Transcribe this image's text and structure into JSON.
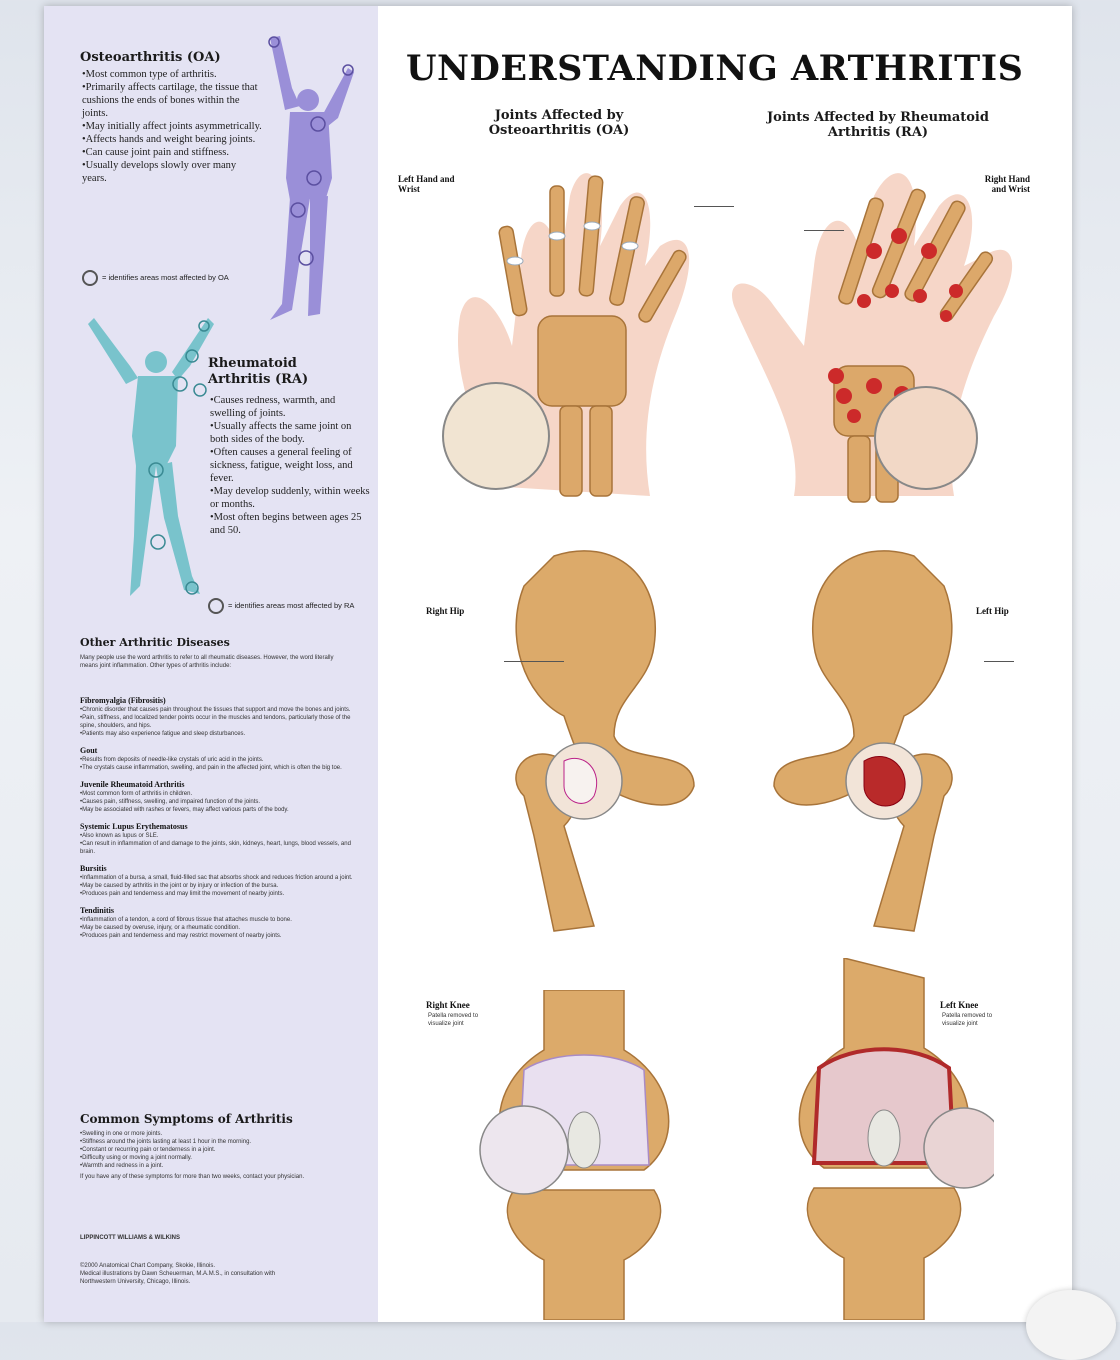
{
  "title": "UNDERSTANDING ARTHRITIS",
  "columns": {
    "oa": "Joints Affected by Osteoarthritis (OA)",
    "ra": "Joints Affected by Rheumatoid Arthritis (RA)"
  },
  "osteoarthritis": {
    "heading": "Osteoarthritis (OA)",
    "bullets": [
      "•Most common type of arthritis.",
      "•Primarily affects cartilage, the tissue that cushions the ends of bones within the joints.",
      "•May initially affect joints asymmetrically.",
      "•Affects hands and weight bearing joints.",
      "•Can cause joint pain and stiffness.",
      "•Usually develops slowly over many years."
    ],
    "legend": "= identifies areas most affected by OA"
  },
  "rheumatoid": {
    "heading": "Rheumatoid Arthritis (RA)",
    "bullets": [
      "•Causes redness, warmth, and swelling of joints.",
      "•Usually affects the same joint on both sides of the body.",
      "•Often causes a general feeling of sickness, fatigue, weight loss, and fever.",
      "•May develop suddenly, within weeks or months.",
      "•Most often begins between ages 25 and 50."
    ],
    "legend": "= identifies areas most affected by RA"
  },
  "other": {
    "heading": "Other Arthritic Diseases",
    "intro": "Many people use the word arthritis to refer to all rheumatic diseases. However, the word literally means joint inflammation. Other types of arthritis include:",
    "sections": [
      {
        "name": "Fibromyalgia (Fibrositis)",
        "lines": [
          "•Chronic disorder that causes pain throughout the tissues that support and move the bones and joints.",
          "•Pain, stiffness, and localized tender points occur in the muscles and tendons, particularly those of the spine, shoulders, and hips.",
          "•Patients may also experience fatigue and sleep disturbances."
        ]
      },
      {
        "name": "Gout",
        "lines": [
          "•Results from deposits of needle-like crystals of uric acid in the joints.",
          "•The crystals cause inflammation, swelling, and pain in the affected joint, which is often the big toe."
        ]
      },
      {
        "name": "Juvenile Rheumatoid Arthritis",
        "lines": [
          "•Most common form of arthritis in children.",
          "•Causes pain, stiffness, swelling, and impaired function of the joints.",
          "•May be associated with rashes or fevers, may affect various parts of the body."
        ]
      },
      {
        "name": "Systemic Lupus Erythematosus",
        "lines": [
          "•Also known as lupus or SLE.",
          "•Can result in inflammation of and damage to the joints, skin, kidneys, heart, lungs, blood vessels, and brain."
        ]
      },
      {
        "name": "Bursitis",
        "lines": [
          "•Inflammation of a bursa, a small, fluid-filled sac that absorbs shock and reduces friction around a joint.",
          "•May be caused by arthritis in the joint or by injury or infection of the bursa.",
          "•Produces pain and tenderness and may limit the movement of nearby joints."
        ]
      },
      {
        "name": "Tendinitis",
        "lines": [
          "•Inflammation of a tendon, a cord of fibrous tissue that attaches muscle to bone.",
          "•May be caused by overuse, injury, or a rheumatic condition.",
          "•Produces pain and tenderness and may restrict movement of nearby joints."
        ]
      }
    ]
  },
  "symptoms": {
    "heading": "Common Symptoms of Arthritis",
    "lines": [
      "•Swelling in one or more joints.",
      "•Stiffness around the joints lasting at least 1 hour in the morning.",
      "•Constant or recurring pain or tenderness in a joint.",
      "•Difficulty using or moving a joint normally.",
      "•Warmth and redness in a joint."
    ],
    "note": "If you have any of these symptoms for more than two weeks, contact your physician."
  },
  "credits": {
    "publisher": "LIPPINCOTT WILLIAMS & WILKINS",
    "lines": [
      "©2000 Anatomical Chart Company, Skokie, Illinois.",
      "Medical illustrations by Dawn Scheuerman, M.A.M.S., in consultation with",
      "Northwestern University, Chicago, Illinois."
    ]
  },
  "figures": {
    "left_hand": "Left Hand and Wrist",
    "right_hand": "Right Hand and Wrist",
    "right_hip": "Right Hip",
    "left_hip": "Left Hip",
    "right_knee": "Right Knee",
    "right_knee_sub": "Patella removed to visualize joint",
    "left_knee": "Left Knee",
    "left_knee_sub": "Patella removed to visualize joint"
  },
  "colors": {
    "panel": "#e4e3f3",
    "oa_figure": "#9a8fd8",
    "ra_figure": "#79c3cc",
    "bone": "#d9a868",
    "inflammation": "#cc2a2a"
  }
}
